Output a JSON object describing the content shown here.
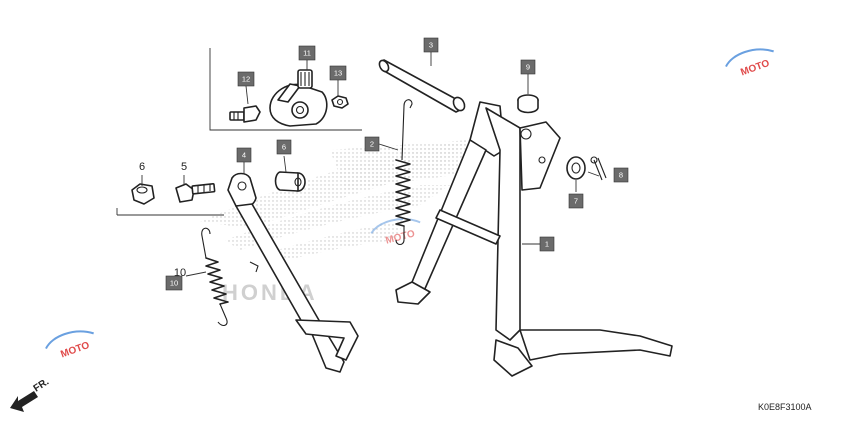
{
  "callouts": {
    "c1": "1",
    "c2": "2",
    "c3": "3",
    "c4": "4",
    "c6": "6",
    "c7": "7",
    "c8": "8",
    "c9": "9",
    "c10": "10",
    "c11": "11",
    "c12": "12",
    "c13": "13"
  },
  "plain_labels": {
    "l5": "5",
    "l6": "6",
    "l10": "10"
  },
  "direction": {
    "label": "FR."
  },
  "diagram_code": "K0E8F3100A",
  "watermark": {
    "brand_text": "HONDA",
    "site_text": "MOTO"
  },
  "colors": {
    "callout_box": "#6b6b6b",
    "line": "#222222",
    "watermark": "#d0d0d0",
    "site_mark_red": "#e04a4a",
    "site_mark_blue": "#6aa0e0"
  }
}
